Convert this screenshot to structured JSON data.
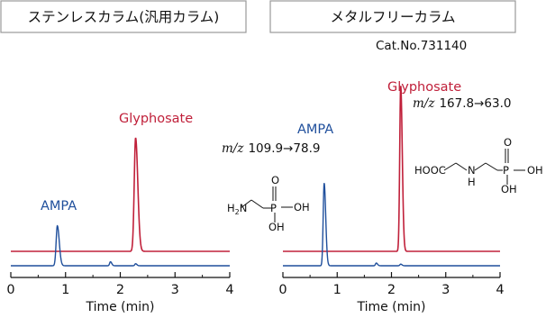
{
  "colors": {
    "red": "#c0203a",
    "blue": "#1f4f9c",
    "axis": "#111111"
  },
  "panels": [
    {
      "label": "ステンレスカラム(汎用カラム)"
    },
    {
      "label": "メタルフリーカラム",
      "cat_no": "Cat.No.731140"
    }
  ],
  "annotations": {
    "ampa_label": "AMPA",
    "glyphosate_label": "Glyphosate",
    "ampa_mz_prefix": "m/z",
    "ampa_mz_value": "109.9→78.9",
    "glyphosate_mz_prefix": "m/z",
    "glyphosate_mz_value": "167.8→63.0"
  },
  "structures": {
    "ampa": {
      "nh2": "H",
      "nh2_sub": "2",
      "n": "N",
      "p": "P",
      "o": "O",
      "oh_right": "OH",
      "oh_bottom": "OH"
    },
    "glyphosate": {
      "hooc": "HOOC",
      "n": "N",
      "h": "H",
      "p": "P",
      "o": "O",
      "oh_right": "OH",
      "oh_bottom": "OH"
    }
  },
  "chart_data": [
    {
      "type": "line",
      "title": "ステンレスカラム(汎用カラム)",
      "xlabel": "Time (min)",
      "ylabel": "",
      "xlim": [
        0,
        4
      ],
      "xticks": [
        "0",
        "1",
        "2",
        "3",
        "4"
      ],
      "series": [
        {
          "name": "Glyphosate",
          "color": "#c0203a",
          "peaks": [
            {
              "x": 2.28,
              "height": 1.0,
              "width": 0.025
            }
          ]
        },
        {
          "name": "AMPA",
          "color": "#1f4f9c",
          "peaks": [
            {
              "x": 0.85,
              "height": 0.3,
              "width": 0.022
            },
            {
              "x": 1.82,
              "height": 0.03,
              "width": 0.015
            },
            {
              "x": 2.28,
              "height": 0.015,
              "width": 0.015
            }
          ]
        }
      ]
    },
    {
      "type": "line",
      "title": "メタルフリーカラム",
      "xlabel": "Time (min)",
      "ylabel": "",
      "xlim": [
        0,
        4
      ],
      "xticks": [
        "0",
        "1",
        "2",
        "3",
        "4"
      ],
      "series": [
        {
          "name": "Glyphosate",
          "color": "#c0203a",
          "peaks": [
            {
              "x": 2.17,
              "height": 1.0,
              "width": 0.018
            }
          ]
        },
        {
          "name": "AMPA",
          "color": "#1f4f9c",
          "peaks": [
            {
              "x": 0.76,
              "height": 0.62,
              "width": 0.018
            },
            {
              "x": 1.72,
              "height": 0.02,
              "width": 0.015
            },
            {
              "x": 2.17,
              "height": 0.012,
              "width": 0.015
            }
          ]
        }
      ]
    }
  ]
}
